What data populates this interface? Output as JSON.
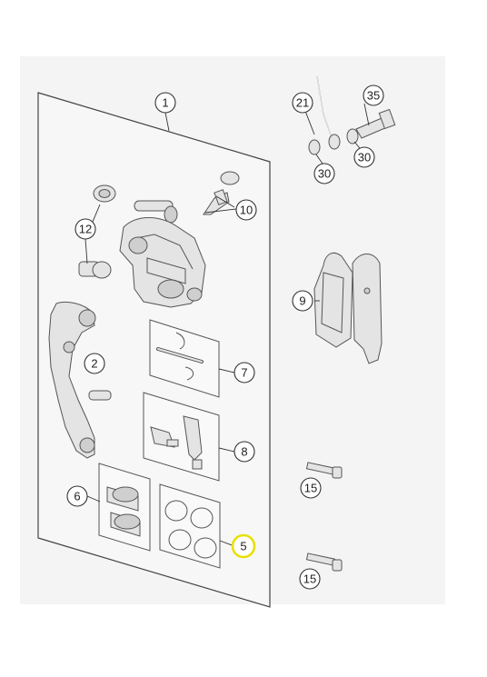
{
  "diagram": {
    "callouts": [
      {
        "id": "c1",
        "label": "1"
      },
      {
        "id": "c2",
        "label": "2"
      },
      {
        "id": "c5",
        "label": "5",
        "highlight_color": "#e8e000"
      },
      {
        "id": "c6",
        "label": "6"
      },
      {
        "id": "c7",
        "label": "7"
      },
      {
        "id": "c8",
        "label": "8"
      },
      {
        "id": "c9",
        "label": "9"
      },
      {
        "id": "c10",
        "label": "10"
      },
      {
        "id": "c12",
        "label": "12"
      },
      {
        "id": "c15a",
        "label": "15"
      },
      {
        "id": "c15b",
        "label": "15"
      },
      {
        "id": "c21",
        "label": "21"
      },
      {
        "id": "c30a",
        "label": "30"
      },
      {
        "id": "c30b",
        "label": "30"
      },
      {
        "id": "c35",
        "label": "35"
      }
    ],
    "colors": {
      "background": "#f4f4f4",
      "line": "#333333",
      "part_fill": "#e4e4e4",
      "highlight": "#e8e000"
    }
  }
}
